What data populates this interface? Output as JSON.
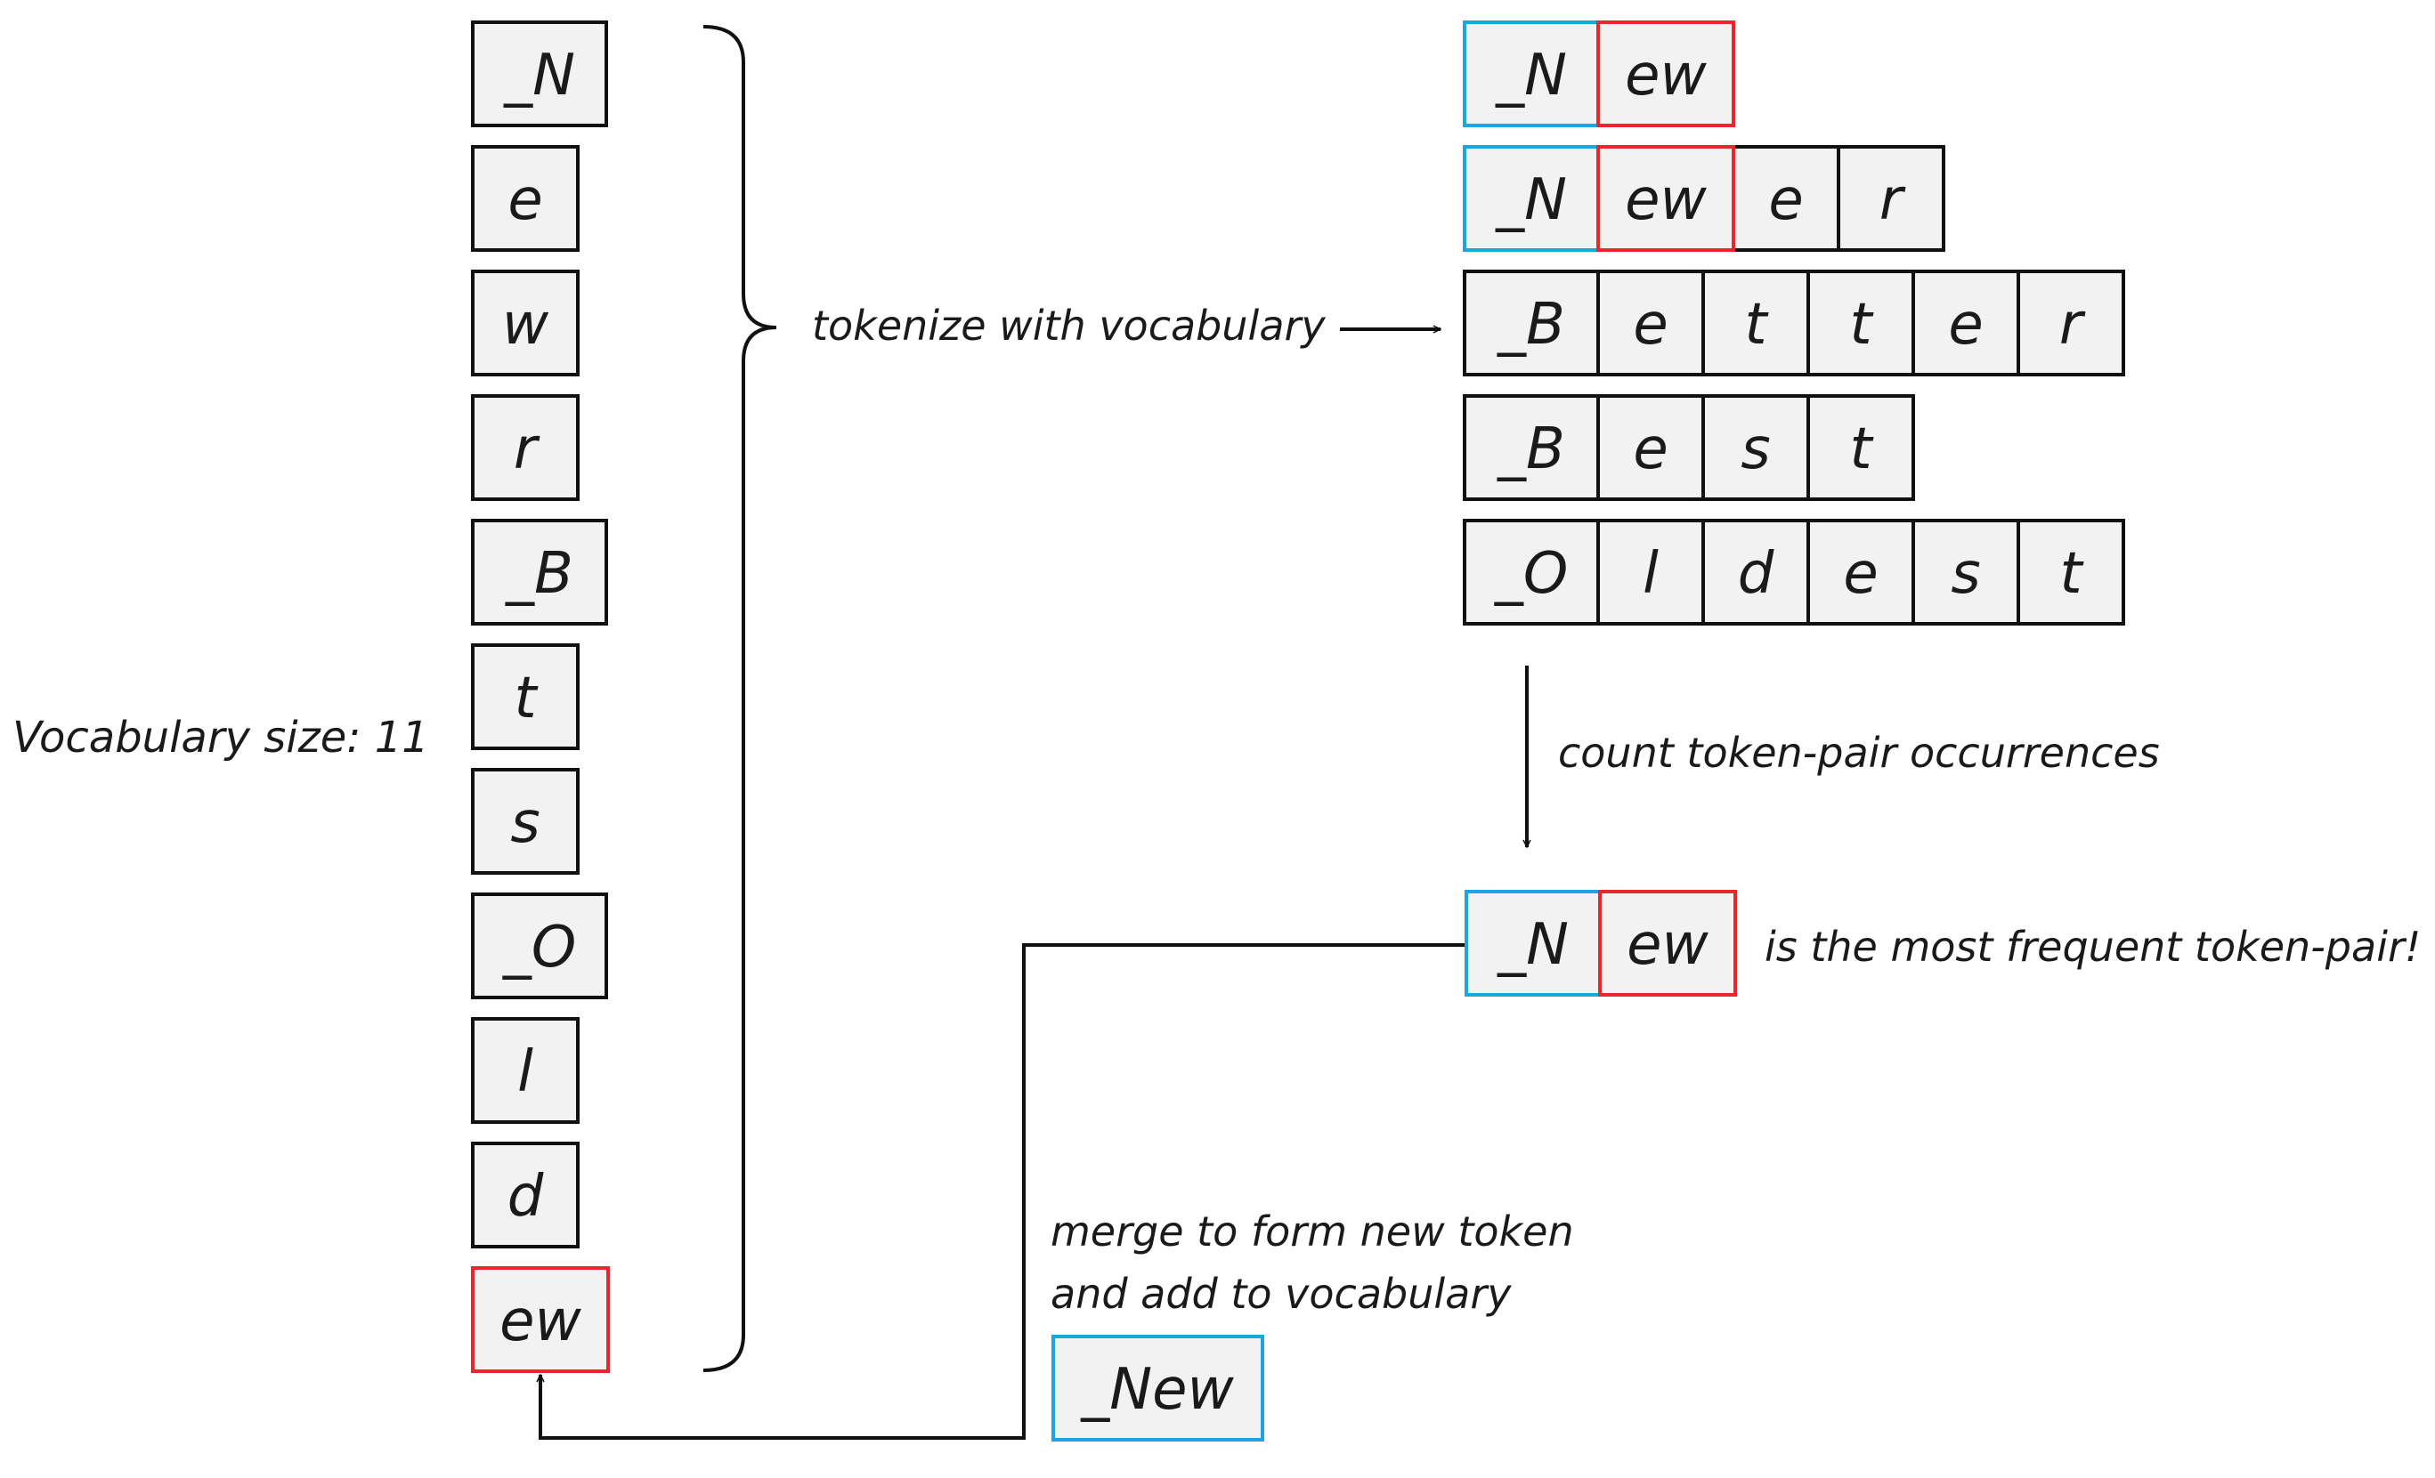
{
  "vocabulary": {
    "size_label": "Vocabulary size: 11",
    "tokens": [
      "_N",
      "e",
      "w",
      "r",
      "_B",
      "t",
      "s",
      "_O",
      "l",
      "d",
      "ew"
    ],
    "highlight": [
      false,
      false,
      false,
      false,
      false,
      false,
      false,
      false,
      false,
      false,
      "red"
    ]
  },
  "labels": {
    "tokenize": "tokenize with vocabulary",
    "count": "count token-pair occurrences",
    "most_frequent": "is the most frequent token-pair!",
    "merge_line1": "merge to form new token",
    "merge_line2": "and add to vocabulary"
  },
  "tokenized_words": [
    {
      "tokens": [
        "_N",
        "ew"
      ],
      "highlight": [
        "blue",
        "red"
      ]
    },
    {
      "tokens": [
        "_N",
        "ew",
        "e",
        "r"
      ],
      "highlight": [
        "blue",
        "red",
        "",
        ""
      ]
    },
    {
      "tokens": [
        "_B",
        "e",
        "t",
        "t",
        "e",
        "r"
      ],
      "highlight": [
        "",
        "",
        "",
        "",
        "",
        ""
      ]
    },
    {
      "tokens": [
        "_B",
        "e",
        "s",
        "t"
      ],
      "highlight": [
        "",
        "",
        "",
        ""
      ]
    },
    {
      "tokens": [
        "_O",
        "l",
        "d",
        "e",
        "s",
        "t"
      ],
      "highlight": [
        "",
        "",
        "",
        "",
        "",
        ""
      ]
    }
  ],
  "top_pair": {
    "tokens": [
      "_N",
      "ew"
    ],
    "highlight": [
      "blue",
      "red"
    ]
  },
  "new_token": {
    "text": "_New",
    "highlight": "blue"
  },
  "colors": {
    "box_fill": "#f2f2f2",
    "box_border": "#111111",
    "blue": "#1ba6e0",
    "red": "#e8262c"
  }
}
